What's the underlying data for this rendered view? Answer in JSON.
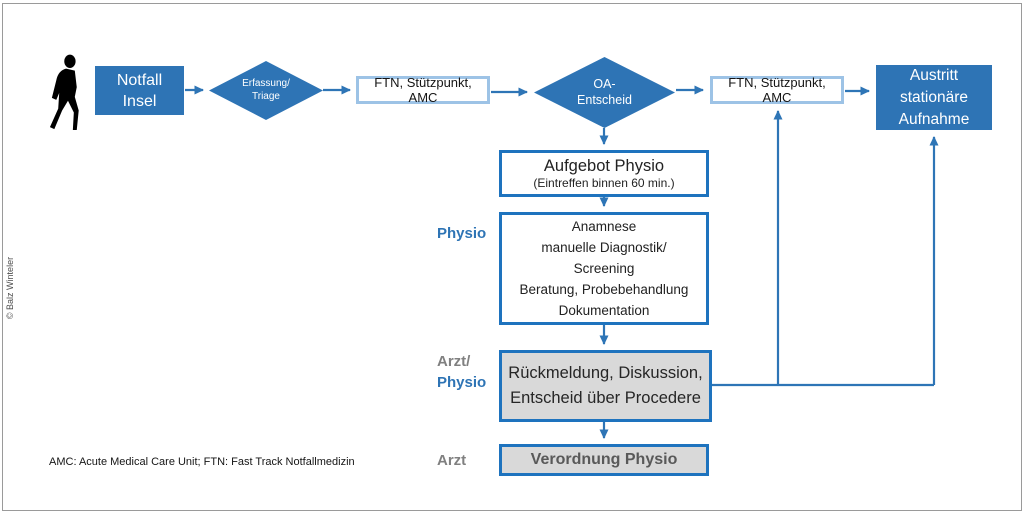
{
  "colors": {
    "blue_fill": "#2E74B5",
    "blue_border": "#1E73BE",
    "light_blue_border": "#9DC3E6",
    "connector_blue": "#2E75B6",
    "gray_fill": "#D9D9D9",
    "gray_label": "#808080"
  },
  "copyright": "© Balz Winteler",
  "footnote": "AMC: Acute Medical Care Unit; FTN: Fast Track Notfallmedizin",
  "nodes": {
    "notfall": {
      "line1": "Notfall",
      "line2": "Insel"
    },
    "triage": {
      "line1": "Erfassung/",
      "line2": "Triage"
    },
    "ftn1": {
      "label": "FTN, Stützpunkt, AMC"
    },
    "oa": {
      "line1": "OA-",
      "line2": "Entscheid"
    },
    "ftn2": {
      "label": "FTN, Stützpunkt, AMC"
    },
    "austritt": {
      "line1": "Austritt",
      "line2": "stationäre",
      "line3": "Aufnahme"
    },
    "aufgebot": {
      "title": "Aufgebot Physio",
      "subtitle": "(Eintreffen binnen 60 min.)"
    },
    "assessment": {
      "line1": "Anamnese",
      "line2": "manuelle Diagnostik/",
      "line3": "Screening",
      "line4": "Beratung, Probebehandlung",
      "line5": "Dokumentation"
    },
    "rueckmeldung": {
      "line1": "Rückmeldung, Diskussion,",
      "line2": "Entscheid über Procedere"
    },
    "verordnung": {
      "label": "Verordnung Physio"
    }
  },
  "row_labels": {
    "physio": "Physio",
    "arzt_part": "Arzt/",
    "physio_part": "Physio",
    "arzt": "Arzt"
  }
}
